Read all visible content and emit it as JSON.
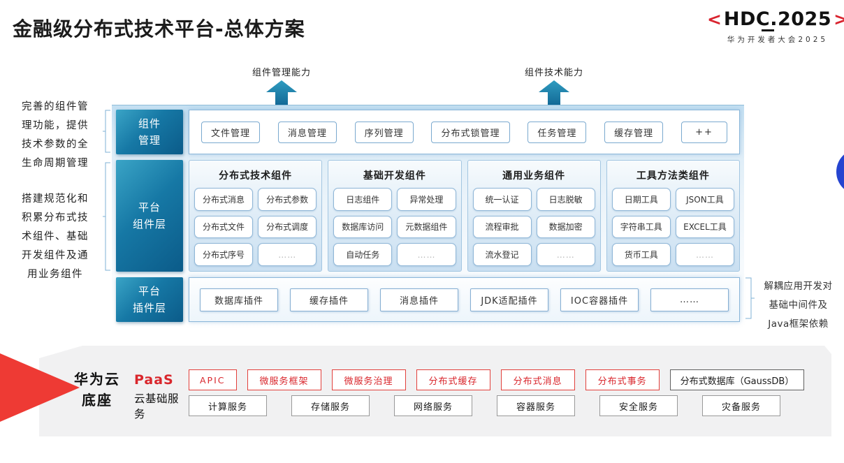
{
  "page": {
    "title": "金融级分布式技术平台-总体方案"
  },
  "logo": {
    "prefix": "<",
    "text": "HDC.2025",
    "suffix": ">",
    "subtitle": "华为开发者大会2025"
  },
  "capability_arrows": [
    {
      "label": "组件管理能力"
    },
    {
      "label": "组件技术能力"
    }
  ],
  "annotations": {
    "left_top_lines": [
      "完善的组件管",
      "理功能，提供",
      "技术参数的全",
      "生命周期管理"
    ],
    "left_bottom_lines": [
      "搭建规范化和",
      "积累分布式技",
      "术组件、基础",
      "开发组件及通",
      "用业务组件"
    ],
    "right_lines": [
      "解耦应用开发对",
      "基础中间件及",
      "Java框架依赖"
    ]
  },
  "layers": {
    "component_mgmt": {
      "label_lines": [
        "组件",
        "管理"
      ],
      "items": [
        "文件管理",
        "消息管理",
        "序列管理",
        "分布式锁管理",
        "任务管理",
        "缓存管理",
        "++"
      ]
    },
    "platform_component": {
      "label_lines": [
        "平台",
        "组件层"
      ],
      "columns": [
        {
          "title": "分布式技术组件",
          "items": [
            "分布式消息",
            "分布式参数",
            "分布式文件",
            "分布式调度",
            "分布式序号",
            "……"
          ]
        },
        {
          "title": "基础开发组件",
          "items": [
            "日志组件",
            "异常处理",
            "数据库访问",
            "元数据组件",
            "自动任务",
            "……"
          ]
        },
        {
          "title": "通用业务组件",
          "items": [
            "统一认证",
            "日志脱敏",
            "流程审批",
            "数据加密",
            "流水登记",
            "……"
          ]
        },
        {
          "title": "工具方法类组件",
          "items": [
            "日期工具",
            "JSON工具",
            "字符串工具",
            "EXCEL工具",
            "货币工具",
            "……"
          ]
        }
      ]
    },
    "platform_plugin": {
      "label_lines": [
        "平台",
        "插件层"
      ],
      "items": [
        "数据库插件",
        "缓存插件",
        "消息插件",
        "JDK适配插件",
        "IOC容器插件",
        "……"
      ]
    }
  },
  "foundation": {
    "label_lines": [
      "华为云",
      "底座"
    ],
    "paas": {
      "label": "PaaS",
      "items": [
        "APIC",
        "微服务框架",
        "微服务治理",
        "分布式缓存",
        "分布式消息",
        "分布式事务"
      ],
      "db_item": "分布式数据库（GaussDB）"
    },
    "cloud_base": {
      "label": "云基础服务",
      "items": [
        "计算服务",
        "存储服务",
        "网络服务",
        "容器服务",
        "安全服务",
        "灾备服务"
      ]
    }
  },
  "colors": {
    "accent_red": "#d9262c",
    "layer_teal": "#0f6391",
    "circle_blue": "#2544d0",
    "wedge_red": "#ee3a34"
  }
}
